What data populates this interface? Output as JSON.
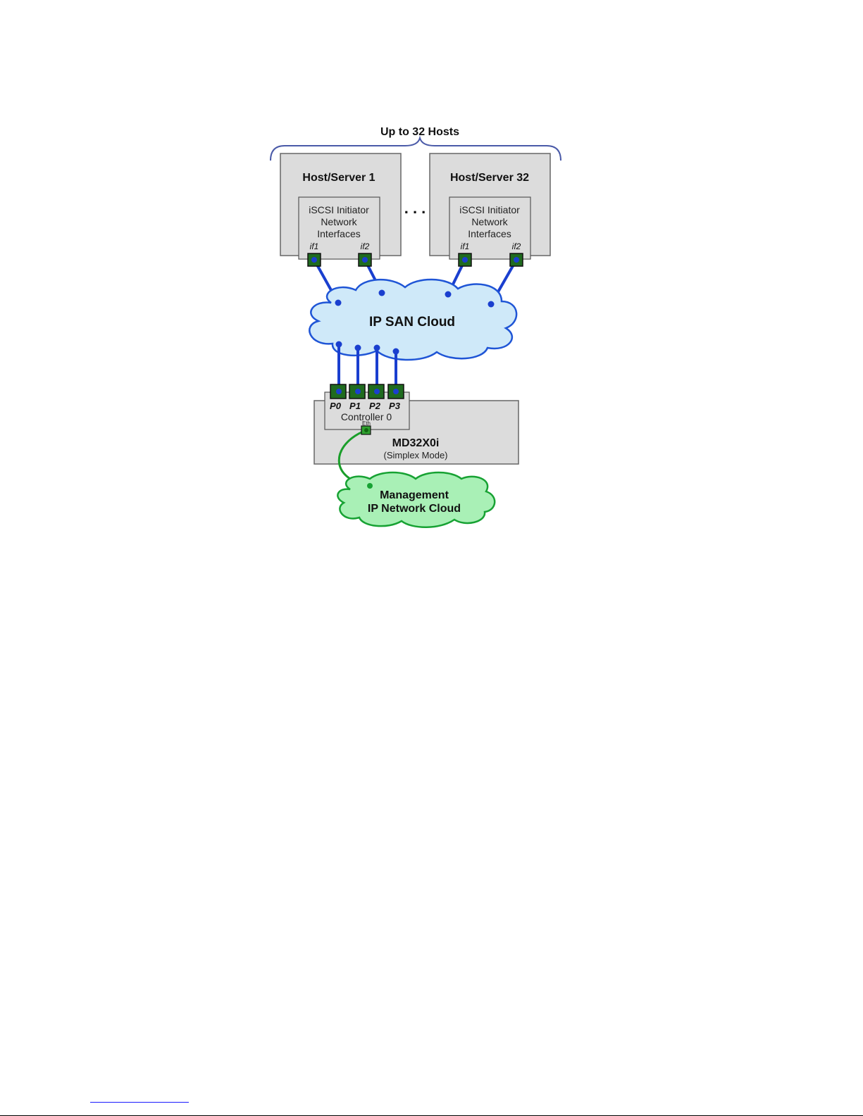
{
  "group_label": "Up to 32 Hosts",
  "ellipsis": ". . .",
  "hosts": [
    {
      "title": "Host/Server 1",
      "initiator_label_lines": [
        "iSCSI Initiator",
        "Network",
        "Interfaces"
      ],
      "interfaces": [
        "if1",
        "if2"
      ]
    },
    {
      "title": "Host/Server 32",
      "initiator_label_lines": [
        "iSCSI Initiator",
        "Network",
        "Interfaces"
      ],
      "interfaces": [
        "if1",
        "if2"
      ]
    }
  ],
  "san_cloud_label": "IP SAN Cloud",
  "controller": {
    "label": "Controller 0",
    "ports": [
      "P0",
      "P1",
      "P2",
      "P3"
    ],
    "eth_label": "Eth"
  },
  "array": {
    "name": "MD32X0i",
    "mode": "(Simplex Mode)"
  },
  "mgmt_cloud_lines": [
    "Management",
    "IP Network Cloud"
  ],
  "colors": {
    "link_blue": "#1a3fcf",
    "port_green": "#1f6b1f",
    "mgmt_green": "#1a9e2a",
    "san_cloud_fill": "#cfe9f9",
    "mgmt_cloud_fill": "#a9f0b6",
    "box_fill": "#dcdcdc",
    "brace": "#4a5aa8"
  }
}
